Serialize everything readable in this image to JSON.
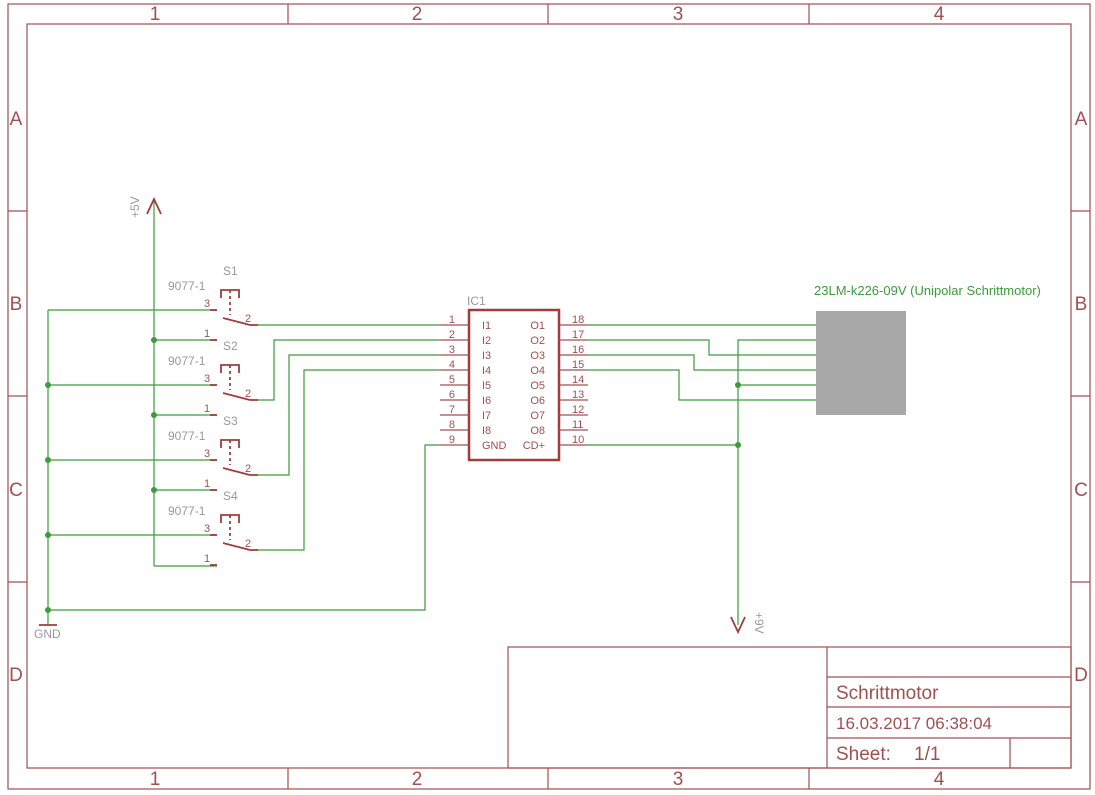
{
  "frame": {
    "columns": [
      "1",
      "2",
      "3",
      "4"
    ],
    "rows": [
      "A",
      "B",
      "C",
      "D"
    ]
  },
  "titleblock": {
    "title": "Schrittmotor",
    "date": "16.03.2017 06:38:04",
    "sheet_label": "Sheet:",
    "sheet_value": "1/1"
  },
  "ic1": {
    "name": "IC1",
    "left_pins": [
      {
        "num": "1",
        "name": "I1"
      },
      {
        "num": "2",
        "name": "I2"
      },
      {
        "num": "3",
        "name": "I3"
      },
      {
        "num": "4",
        "name": "I4"
      },
      {
        "num": "5",
        "name": "I5"
      },
      {
        "num": "6",
        "name": "I6"
      },
      {
        "num": "7",
        "name": "I7"
      },
      {
        "num": "8",
        "name": "I8"
      },
      {
        "num": "9",
        "name": "GND"
      }
    ],
    "right_pins": [
      {
        "num": "18",
        "name": "O1"
      },
      {
        "num": "17",
        "name": "O2"
      },
      {
        "num": "16",
        "name": "O3"
      },
      {
        "num": "15",
        "name": "O4"
      },
      {
        "num": "14",
        "name": "O5"
      },
      {
        "num": "13",
        "name": "O6"
      },
      {
        "num": "12",
        "name": "O7"
      },
      {
        "num": "11",
        "name": "O8"
      },
      {
        "num": "10",
        "name": "CD+"
      }
    ]
  },
  "switches": [
    {
      "name": "S1",
      "value": "9077-1",
      "pin3": "3",
      "pin1": "1",
      "pin2": "2"
    },
    {
      "name": "S2",
      "value": "9077-1",
      "pin3": "3",
      "pin1": "1",
      "pin2": "2"
    },
    {
      "name": "S3",
      "value": "9077-1",
      "pin3": "3",
      "pin1": "1",
      "pin2": "2"
    },
    {
      "name": "S4",
      "value": "9077-1",
      "pin3": "3",
      "pin1": "1",
      "pin2": "2"
    }
  ],
  "supplies": {
    "vcc5": "+5V",
    "vcc9": "+9V",
    "gnd": "GND"
  },
  "motor": {
    "label": "23LM-k226-09V (Unipolar Schrittmotor)",
    "color": "#a8a8a8"
  },
  "colors": {
    "frame": "#a05050",
    "wire": "#3c9b3c",
    "label": "#999999"
  }
}
